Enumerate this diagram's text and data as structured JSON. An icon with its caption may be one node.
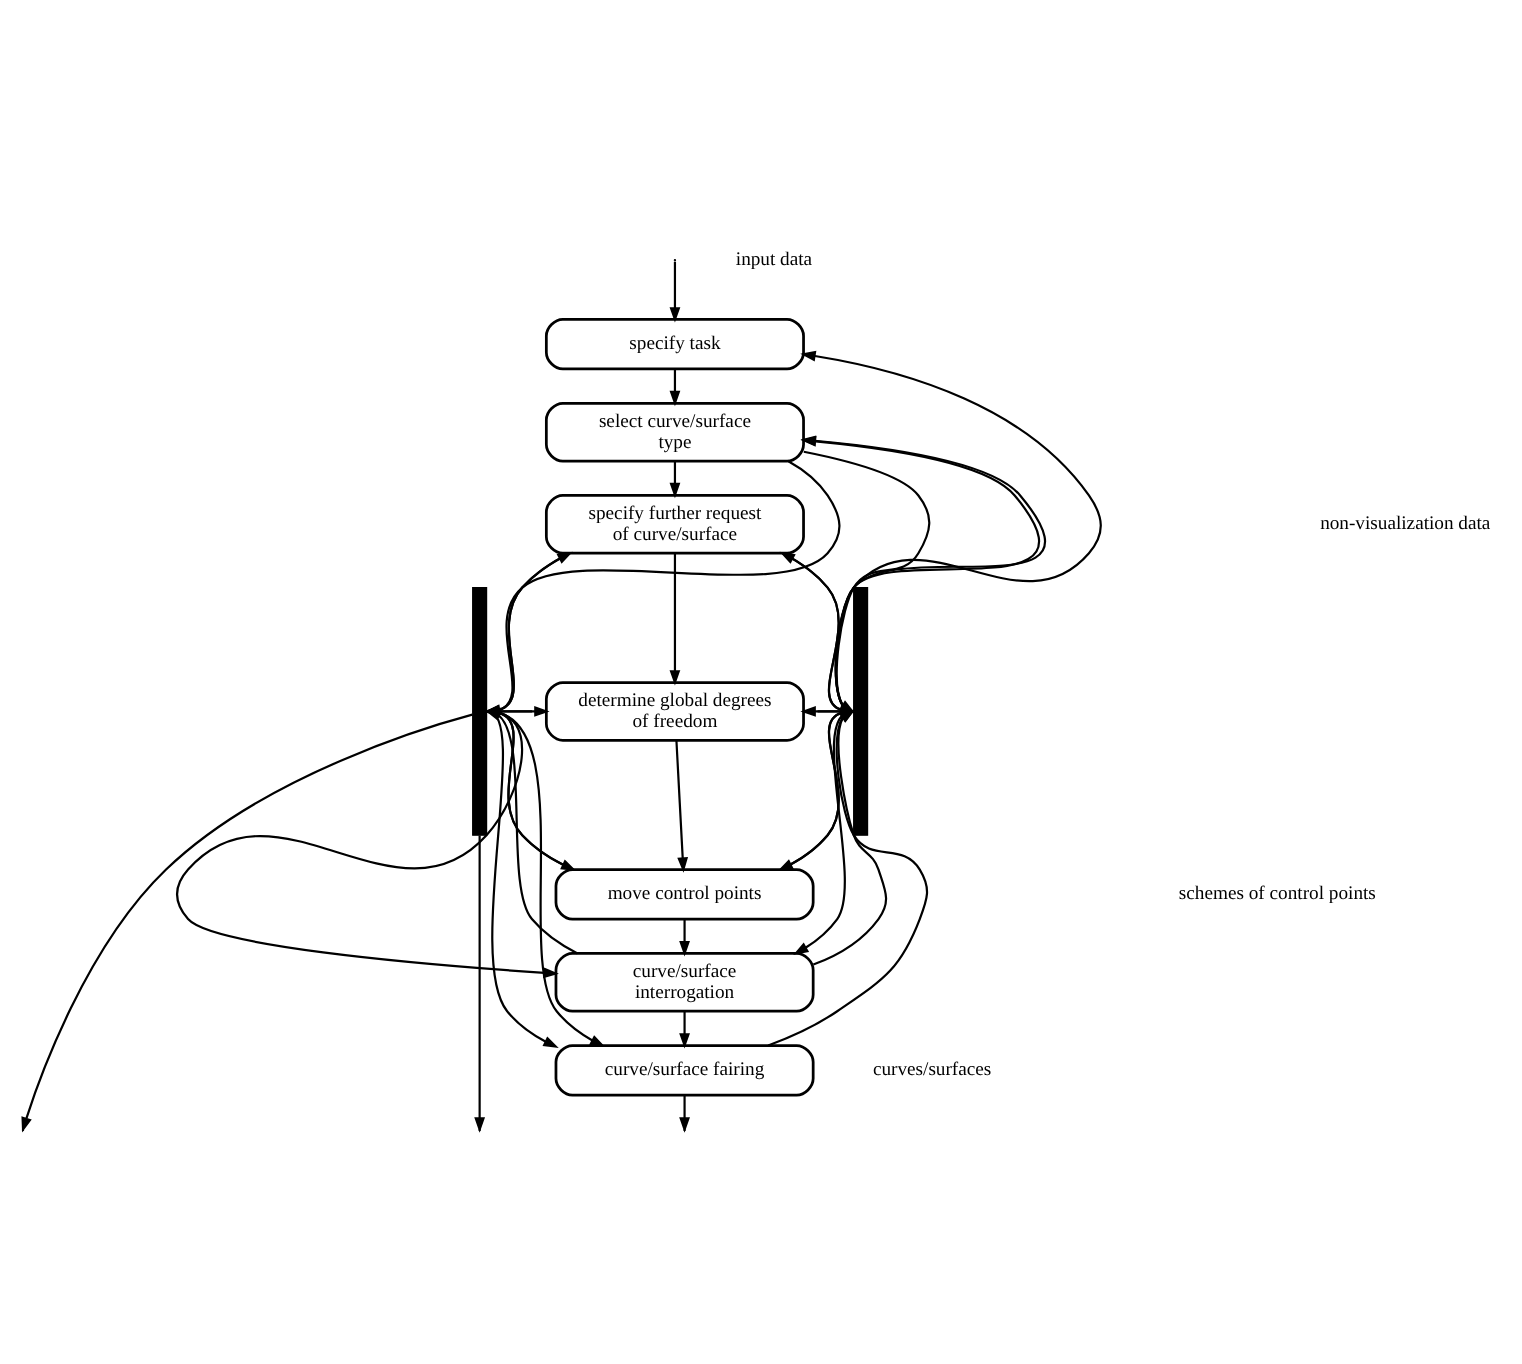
{
  "diagram": {
    "nodes": [
      {
        "text": [
          "specify task"
        ]
      },
      {
        "text": [
          "select curve/surface type"
        ]
      },
      {
        "text": [
          "specify further request of curve/surface"
        ]
      },
      {
        "text": [
          "determine global degrees of freedom"
        ]
      },
      {
        "text": [
          "move control points"
        ]
      },
      {
        "text": [
          "curve/surface interrogation"
        ]
      },
      {
        "text": [
          "curve/surface fairing"
        ]
      },
      {
        "text": [],
        "shape": "bar"
      },
      {
        "text": [],
        "shape": "bar"
      }
    ],
    "edges": [
      {
        "from": null,
        "to": 0,
        "arrow": "to"
      },
      {
        "from": 0,
        "to": 1,
        "arrow": "to"
      },
      {
        "from": 1,
        "to": 2,
        "arrow": "to"
      },
      {
        "from": 2,
        "to": 3,
        "arrow": "to"
      },
      {
        "from": 3,
        "to": 4,
        "arrow": "to"
      },
      {
        "from": 4,
        "to": 5,
        "arrow": "to"
      },
      {
        "from": 5,
        "to": 6,
        "arrow": "to"
      },
      {
        "from": 6,
        "to": null,
        "arrow": "to"
      },
      {
        "from": 1,
        "to": 7,
        "arrow": "to"
      },
      {
        "from": 7,
        "to": 2,
        "arrow": "to"
      },
      {
        "from": 2,
        "to": 7,
        "arrow": "to"
      },
      {
        "from": 7,
        "to": 3,
        "arrow": "to"
      },
      {
        "from": 3,
        "to": 7,
        "arrow": "to"
      },
      {
        "from": 7,
        "to": 4,
        "arrow": "to"
      },
      {
        "from": 4,
        "to": 7,
        "arrow": "to"
      },
      {
        "from": 7,
        "to": 5,
        "arrow": "to"
      },
      {
        "from": 5,
        "to": 7,
        "arrow": "to"
      },
      {
        "from": 7,
        "to": 6,
        "arrow": "to"
      },
      {
        "from": 7,
        "to": 6,
        "arrow": "to"
      },
      {
        "from": 7,
        "to": null,
        "arrow": "to"
      },
      {
        "from": 7,
        "to": null,
        "arrow": "to"
      },
      {
        "from": 8,
        "to": 0,
        "arrow": "to"
      },
      {
        "from": 8,
        "to": 1,
        "arrow": "to"
      },
      {
        "from": 8,
        "to": 1,
        "arrow": "to"
      },
      {
        "from": 1,
        "to": 8,
        "arrow": "to"
      },
      {
        "from": 8,
        "to": 2,
        "arrow": "to"
      },
      {
        "from": 2,
        "to": 8,
        "arrow": "to"
      },
      {
        "from": 8,
        "to": 3,
        "arrow": "to"
      },
      {
        "from": 3,
        "to": 8,
        "arrow": "to"
      },
      {
        "from": 8,
        "to": 4,
        "arrow": "to"
      },
      {
        "from": 4,
        "to": 8,
        "arrow": "to"
      },
      {
        "from": 8,
        "to": 5,
        "arrow": "to"
      },
      {
        "from": 5,
        "to": 8,
        "arrow": "to"
      },
      {
        "from": 6,
        "to": 8,
        "arrow": "to"
      }
    ],
    "labels": [
      "input data",
      "non-visualization data",
      "schemes of control points",
      "curves/surfaces"
    ]
  }
}
